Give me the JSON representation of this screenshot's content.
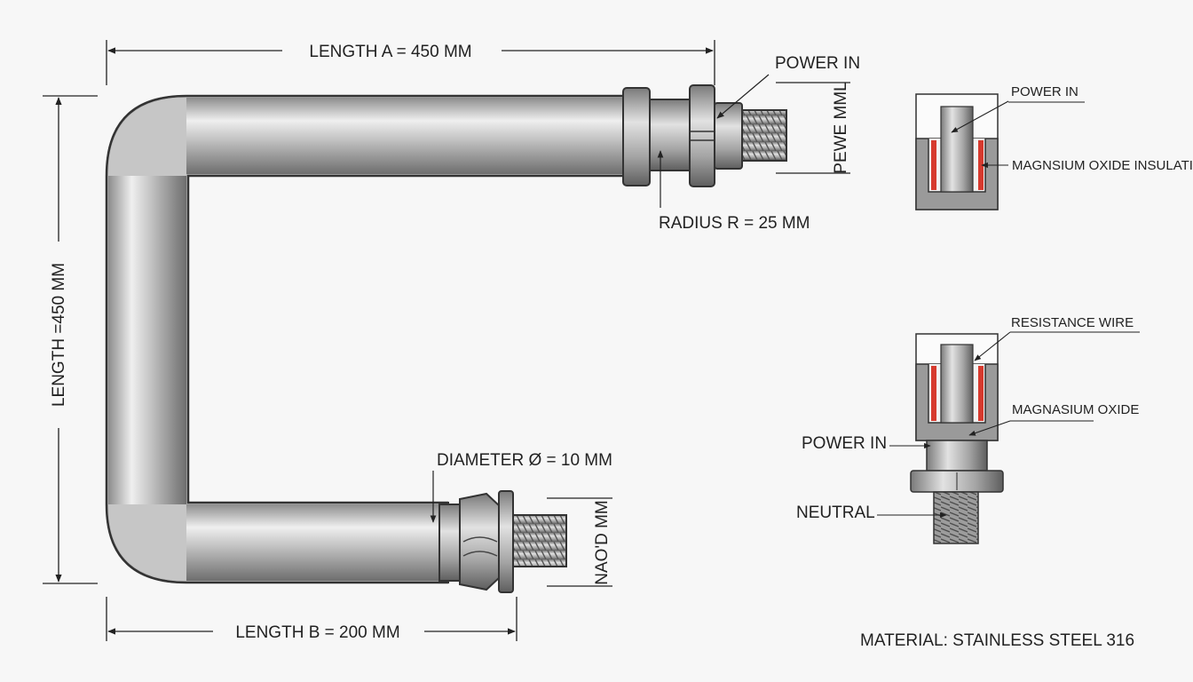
{
  "dimensions": {
    "length_a": "LENGTH A = 450 MM",
    "length_left": "LENGTH =450 MM",
    "length_b": "LENGTH B = 200 MM",
    "radius": "RADIUS R = 25 MM",
    "diameter": "DIAMETER Ø = 10 MM",
    "top_thread_dim": "PEWE MML",
    "bottom_thread_dim": "NAO'D MM"
  },
  "callouts": {
    "top_power_in": "POWER IN"
  },
  "detail_top": {
    "power_in": "POWER IN",
    "insulation": "MAGNSIUM OXIDE INSULATIO"
  },
  "detail_bottom": {
    "resistance_wire": "RESISTANCE WIRE",
    "magnesium_oxide": "MAGNASIUM OXIDE",
    "power_in": "POWER IN",
    "neutral": "NEUTRAL"
  },
  "material": "MATERIAL: STAINLESS STEEL 316",
  "colors": {
    "steel_light": "#e6e6e6",
    "steel_dark": "#8a8a8a",
    "insulation_red": "#d63a2e",
    "line": "#222222"
  }
}
